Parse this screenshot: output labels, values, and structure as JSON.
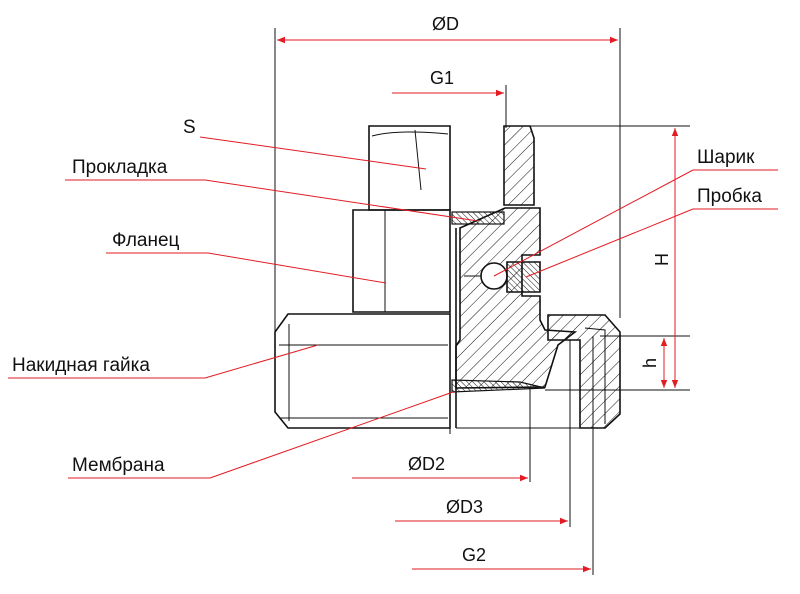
{
  "labels": {
    "s": "S",
    "gasket": "Прокладка",
    "flange": "Фланец",
    "union_nut": "Накидная гайка",
    "membrane": "Мембрана",
    "ball": "Шарик",
    "plug": "Пробка"
  },
  "dimensions": {
    "d": "ØD",
    "g1": "G1",
    "h_big": "H",
    "h_small": "h",
    "d2": "ØD2",
    "d3": "ØD3",
    "g2": "G2"
  },
  "colors": {
    "leader": "#e31b23",
    "outline": "#111111"
  }
}
